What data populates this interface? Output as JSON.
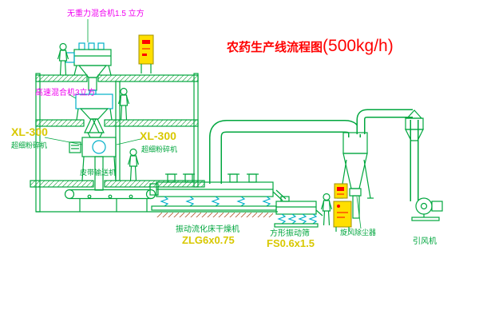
{
  "title": {
    "name": "农药生产线流程图",
    "capacity": "(500kg/h)"
  },
  "labels": {
    "gravity_mixer": "无重力混合机1.5 立方",
    "high_speed_mixer": "高速混合机3立方",
    "mill_left_model": "XL-300",
    "mill_left_name": "超细粉碎机",
    "mill_right_model": "XL-300",
    "mill_right_name": "超细粉碎机",
    "belt_conveyor": "皮带输送机",
    "dryer_name": "振动流化床干燥机",
    "dryer_model": "ZLG6x0.75",
    "sieve_name": "方形振动筛",
    "sieve_model": "FS0.6x1.5",
    "cyclone_name": "旋风除尘器",
    "fan_name": "引风机"
  },
  "colors": {
    "line_green": "#00a63e",
    "accent_cyan": "#00b0c8",
    "label_magenta": "#f000f0",
    "label_yellow": "#d8c800",
    "title_red": "#ff0000",
    "cabinet_yellow": "#ffdf00"
  }
}
